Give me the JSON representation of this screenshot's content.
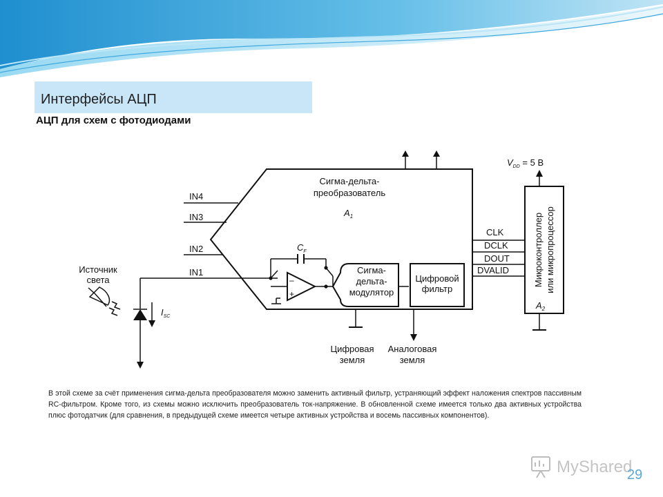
{
  "slide": {
    "title": "Интерфейсы АЦП",
    "subtitle": "АЦП для схем с фотодиодами",
    "description": "В этой схеме за счёт применения сигма-дельта преобразователя можно заменить активный фильтр, устраняющий эффект наложения спектров пассивным RC-фильтром. Кроме того, из схемы можно исключить преобразователь ток-напряжение. В обновленной схеме имеется только два активных устройства плюс фотодатчик (для сравнения, в предыдущей схеме имеется четыре активных устройства и восемь пассивных компонентов).",
    "page_number": "29",
    "logo": "MyShared"
  },
  "diagram": {
    "converter": {
      "name_line1": "Сигма-дельта-",
      "name_line2": "преобразователь",
      "ref": "A",
      "ref_sub": "1"
    },
    "inputs": [
      "IN4",
      "IN3",
      "IN2",
      "IN1"
    ],
    "source": {
      "line1": "Источник",
      "line2": "света"
    },
    "current": {
      "symbol": "I",
      "sub": "SC"
    },
    "capacitor": {
      "symbol": "C",
      "sub": "F"
    },
    "opamp": {
      "minus": "–",
      "plus": "+"
    },
    "modulator": {
      "line1": "Сигма-",
      "line2": "дельта-",
      "line3": "модулятор"
    },
    "filter": {
      "line1": "Цифровой",
      "line2": "фильтр"
    },
    "signals": [
      "CLK",
      "DCLK",
      "DOUT",
      "DVALID"
    ],
    "micro": {
      "line1": "Микроконтроллер",
      "line2": "или микропроцессор",
      "ref": "A",
      "ref_sub": "2"
    },
    "vdd": {
      "symbol": "V",
      "sub": "DD",
      "value": " = 5 В"
    },
    "digital_ground": {
      "line1": "Цифровая",
      "line2": "земля"
    },
    "analog_ground": {
      "line1": "Аналоговая",
      "line2": "земля"
    }
  },
  "colors": {
    "title_bar": "#c9e6f8",
    "page_number": "#5aa7d8",
    "wave": "#2f9fd8"
  }
}
